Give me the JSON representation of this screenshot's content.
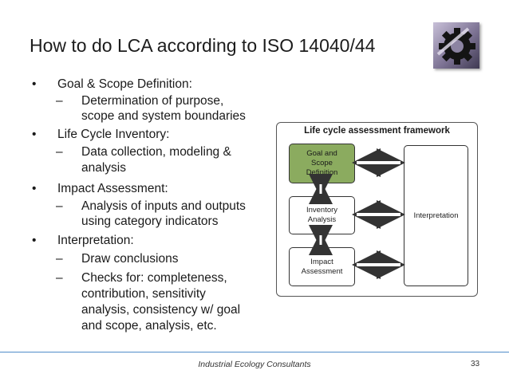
{
  "slide": {
    "title": "How to do LCA according to ISO 14040/44",
    "bullet_marker": "•",
    "sub_marker": "–",
    "bullets": [
      {
        "label": "Goal & Scope Definition:",
        "subs": [
          {
            "lines": [
              "Determination of purpose,",
              "scope and system boundaries"
            ]
          }
        ]
      },
      {
        "label": "Life Cycle Inventory:",
        "subs": [
          {
            "lines": [
              "Data collection, modeling &",
              "analysis"
            ]
          }
        ]
      },
      {
        "label": "Impact Assessment:",
        "subs": [
          {
            "lines": [
              "Analysis of inputs and outputs",
              "using category indicators"
            ]
          }
        ]
      },
      {
        "label": "Interpretation:",
        "subs": [
          {
            "lines": [
              "Draw conclusions"
            ]
          },
          {
            "lines": [
              "Checks for: completeness,",
              "contribution, sensitivity",
              "analysis, consistency w/ goal",
              "and scope, analysis, etc."
            ]
          }
        ]
      }
    ]
  },
  "diagram": {
    "title": "Life cycle assessment framework",
    "goal": [
      "Goal and",
      "Scope",
      "Definition"
    ],
    "inventory": [
      "Inventory",
      "Analysis"
    ],
    "impact": [
      "Impact",
      "Assessment"
    ],
    "interpretation": "Interpretation",
    "colors": {
      "goal_fill": "#8bab5f",
      "border": "#333333"
    }
  },
  "footer": {
    "company": "Industrial Ecology Consultants",
    "page_number": "33",
    "rule_color": "#4f8cc9"
  }
}
